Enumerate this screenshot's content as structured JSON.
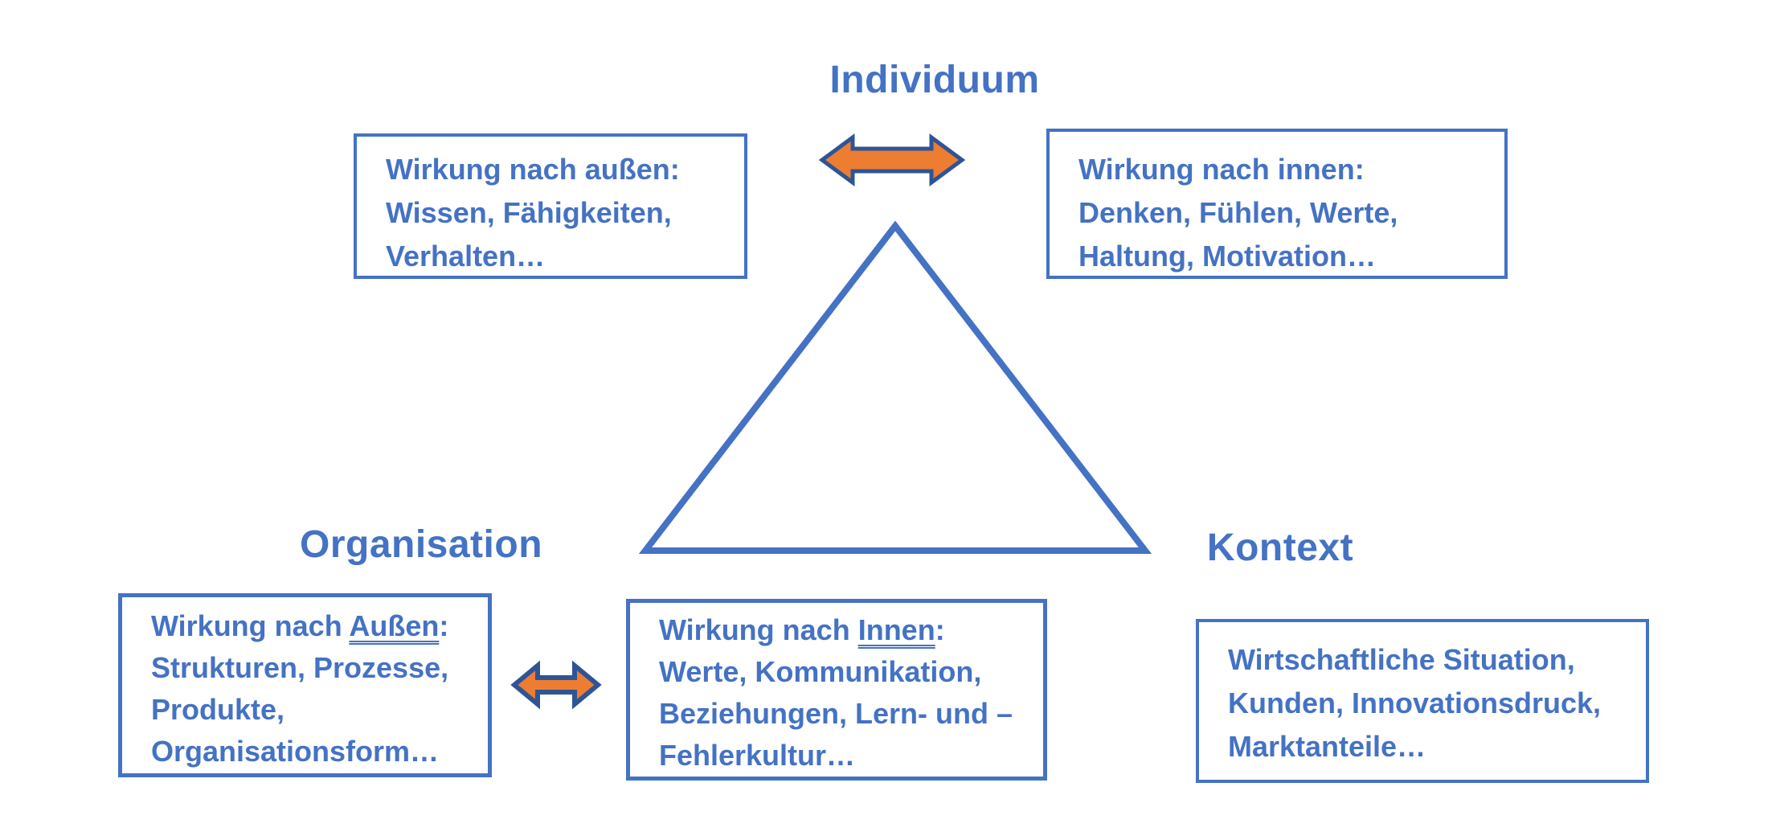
{
  "diagram": {
    "title_top": "Individuum",
    "label_bottom_left": "Organisation",
    "label_bottom_right": "Kontext"
  },
  "boxes": {
    "individuum_aussen": {
      "line1": "Wirkung nach außen:",
      "line2": "Wissen, Fähigkeiten,",
      "line3": "Verhalten…"
    },
    "individuum_innen": {
      "line1": "Wirkung nach innen:",
      "line2": "Denken, Fühlen, Werte,",
      "line3": "Haltung, Motivation…"
    },
    "organisation_aussen": {
      "line1_prefix": "Wirkung nach ",
      "line1_underline": "Außen",
      "line1_suffix": ":",
      "line2": "Strukturen, Prozesse,",
      "line3": "Produkte,",
      "line4": "Organisationsform…"
    },
    "organisation_innen": {
      "line1_prefix": "Wirkung nach ",
      "line1_underline": "Innen",
      "line1_suffix": ":",
      "line2": "Werte, Kommunikation,",
      "line3": "Beziehungen, Lern- und –",
      "line4": "Fehlerkultur…"
    },
    "kontext": {
      "line1": "Wirtschaftliche Situation,",
      "line2": "Kunden, Innovationsdruck,",
      "line3": "Marktanteile…"
    }
  },
  "icons": {
    "arrow_top": "horizontal-double-arrow",
    "arrow_bottom": "horizontal-double-arrow",
    "triangle": "triangle-outline"
  },
  "colors": {
    "blue": "#4472C4",
    "arrow_orange": "#ED7D31",
    "arrow_outline": "#2F5496",
    "background": "#FFFFFF"
  }
}
